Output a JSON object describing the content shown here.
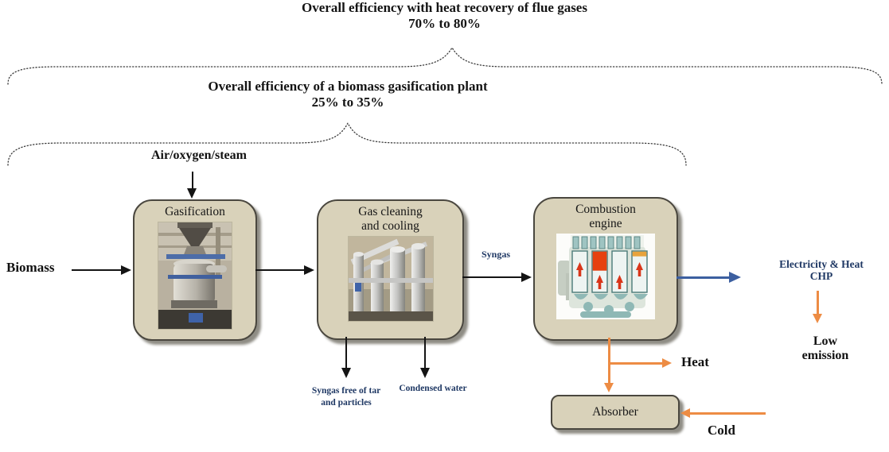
{
  "titles": {
    "flue": {
      "line1": "Overall efficiency with heat recovery of flue gases",
      "line2": "70% to 80%"
    },
    "plant": {
      "line1": "Overall efficiency of a biomass gasification plant",
      "line2": "25% to 35%"
    }
  },
  "inputs": {
    "air": "Air/oxygen/steam",
    "biomass": "Biomass"
  },
  "boxes": {
    "gasification": {
      "title": "Gasification"
    },
    "cleaning": {
      "line1": "Gas cleaning",
      "line2": "and cooling"
    },
    "engine": {
      "line1": "Combustion",
      "line2": "engine"
    },
    "absorber": {
      "title": "Absorber"
    }
  },
  "flows": {
    "syngas": "Syngas",
    "syngas_free_line1": "Syngas free of tar",
    "syngas_free_line2": "and particles",
    "condensed_water": "Condensed water",
    "electricity_line1": "Electricity & Heat",
    "electricity_line2": "CHP",
    "low_emission_line1": "Low",
    "low_emission_line2": "emission",
    "heat": "Heat",
    "cold": "Cold"
  },
  "colors": {
    "orange": "#ED8C44",
    "blue": "#3C5FA0",
    "navy": "#1F3864",
    "box_fill": "#D9D2BA",
    "box_border": "#4A473F"
  }
}
